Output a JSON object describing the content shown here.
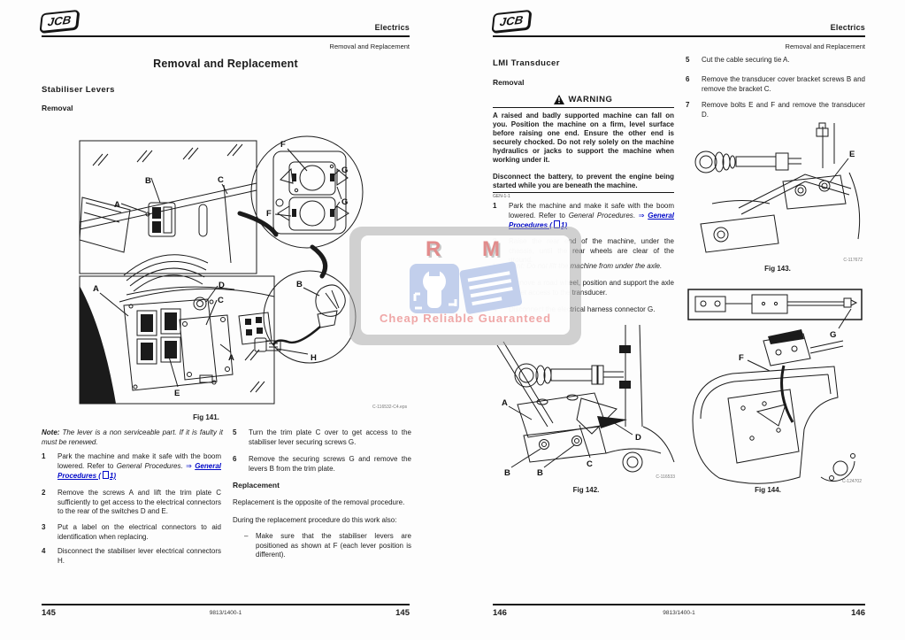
{
  "watermark": {
    "top": "R M",
    "tagline": "Cheap Reliable Guaranteed",
    "red": "#e28c8c",
    "blue": "#bfcdea"
  },
  "pages": {
    "left": {
      "header": {
        "logo": "JCB",
        "section": "Electrics",
        "subsection": "Removal and Replacement"
      },
      "title": "Removal and Replacement",
      "topic": "Stabiliser Levers",
      "sub": "Removal",
      "fig141": {
        "caption": "Fig 141.",
        "code": "C-116532-C4.eps",
        "l_b1": "B",
        "l_c1": "C",
        "l_a1": "A",
        "l_a2": "A",
        "l_d": "D",
        "l_c2": "C",
        "l_a3": "A",
        "l_e": "E",
        "l_f1": "F",
        "l_g1": "G",
        "l_g2": "G",
        "l_f2": "F",
        "l_b2": "B",
        "l_h": "H"
      },
      "note_label": "Note:",
      "note_text": " The lever is a non serviceable part. If it is faulty it must be renewed.",
      "steps": [
        {
          "num": "1",
          "text_pre": "Park the machine and make it safe with the boom lowered. Refer to ",
          "text_it": "General Procedures",
          "text_post": ". ",
          "link_arrow": "⇒ ",
          "link_label": "General Procedures (",
          "link_page": "1)"
        },
        {
          "num": "2",
          "text": "Remove the screws A and lift the trim plate C sufficiently to get access to the electrical connectors to the rear of the switches D and E."
        },
        {
          "num": "3",
          "text": "Put a label on the electrical connectors to aid identification when replacing."
        },
        {
          "num": "4",
          "text": "Disconnect the stabiliser lever electrical connectors H."
        },
        {
          "num": "5",
          "text": "Turn the trim plate C over to get access to the stabiliser lever securing screws G."
        },
        {
          "num": "6",
          "text": "Remove the securing screws G and remove the levers B from the trim plate."
        }
      ],
      "replacement_heading": "Replacement",
      "replacement_p1": "Replacement is the opposite of the removal procedure.",
      "replacement_p2": "During the replacement procedure do this work also:",
      "bullet_dash": "–",
      "bullet_text": "Make sure that the stabiliser levers are positioned as shown at F (each lever position is different).",
      "footer": {
        "page": "145",
        "doc": "9813/1400-1"
      }
    },
    "right": {
      "header": {
        "logo": "JCB",
        "section": "Electrics",
        "subsection": "Removal and Replacement"
      },
      "topic": "LMI Transducer",
      "sub": "Removal",
      "warning": {
        "title": "WARNING",
        "body1": "A raised and badly supported machine can fall on you. Position the machine on a firm, level surface before raising one end. Ensure the other end is securely chocked. Do not rely solely on the machine hydraulics or jacks to support the machine when working under it.",
        "body2": "Disconnect the battery, to prevent the engine being started while you are beneath the machine.",
        "code": "GEN-1-1"
      },
      "steps": [
        {
          "num": "1",
          "text_pre": "Park the machine and make it safe with the boom lowered. Refer to ",
          "text_it": "General Procedures",
          "text_post": ". ",
          "link_arrow": "⇒ ",
          "link_label": "General Procedures (",
          "link_page": "1)"
        },
        {
          "num": "2",
          "text": "Raise the rear end of the machine, under the chassis, until the rear wheels are clear of the ground."
        },
        {
          "num": "3",
          "text": "Remove a road wheel, position and support the axle to get access to the transducer."
        },
        {
          "num": "4",
          "text": "Disconnect the electrical harness connector G."
        },
        {
          "num": "5",
          "text": "Cut the cable securing tie A."
        },
        {
          "num": "6",
          "text": "Remove the transducer cover bracket screws B and remove the bracket C."
        },
        {
          "num": "7",
          "text": "Remove bolts E and F and remove the transducer D."
        }
      ],
      "important_label": "Important:",
      "important_text": " Do not lift the machine from under the axle.",
      "fig142": {
        "caption": "Fig 142.",
        "code": "C-116533",
        "l_a": "A",
        "l_b1": "B",
        "l_b2": "B",
        "l_c": "C",
        "l_d": "D"
      },
      "fig143": {
        "caption": "Fig 143.",
        "code": "C-117672",
        "l_e": "E"
      },
      "fig144": {
        "caption": "Fig 144.",
        "code": "C-124702",
        "l_f": "F",
        "l_g": "G"
      },
      "footer": {
        "page": "146",
        "doc": "9813/1400-1"
      }
    }
  }
}
